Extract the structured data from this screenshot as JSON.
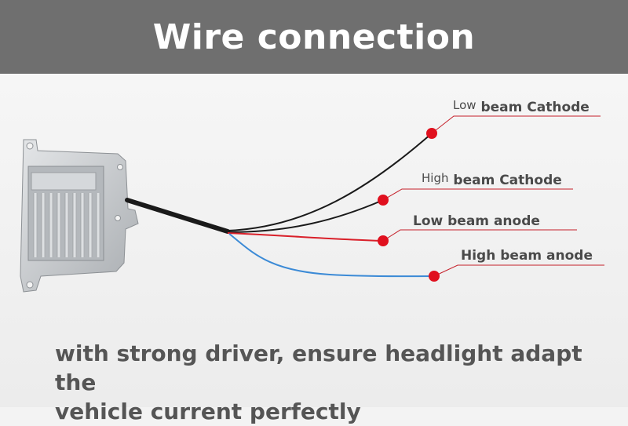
{
  "header": {
    "title": "Wire connection"
  },
  "labels": {
    "low_beam_cathode": {
      "prefix": "Low",
      "main": "beam Cathode"
    },
    "high_beam_cathode": {
      "prefix": "High",
      "main": "beam Cathode"
    },
    "low_beam_anode": "Low beam anode",
    "high_beam_anode": "High beam anode"
  },
  "caption": {
    "line1": "with strong driver, ensure headlight adapt the",
    "line2": "vehicle current perfectly"
  },
  "colors": {
    "banner": "#6f6f6f",
    "dot": "#e0101e",
    "wire_black": "#1a1a1a",
    "wire_red": "#d9202a",
    "wire_blue": "#3b8ad6",
    "leader": "#c5202a"
  }
}
